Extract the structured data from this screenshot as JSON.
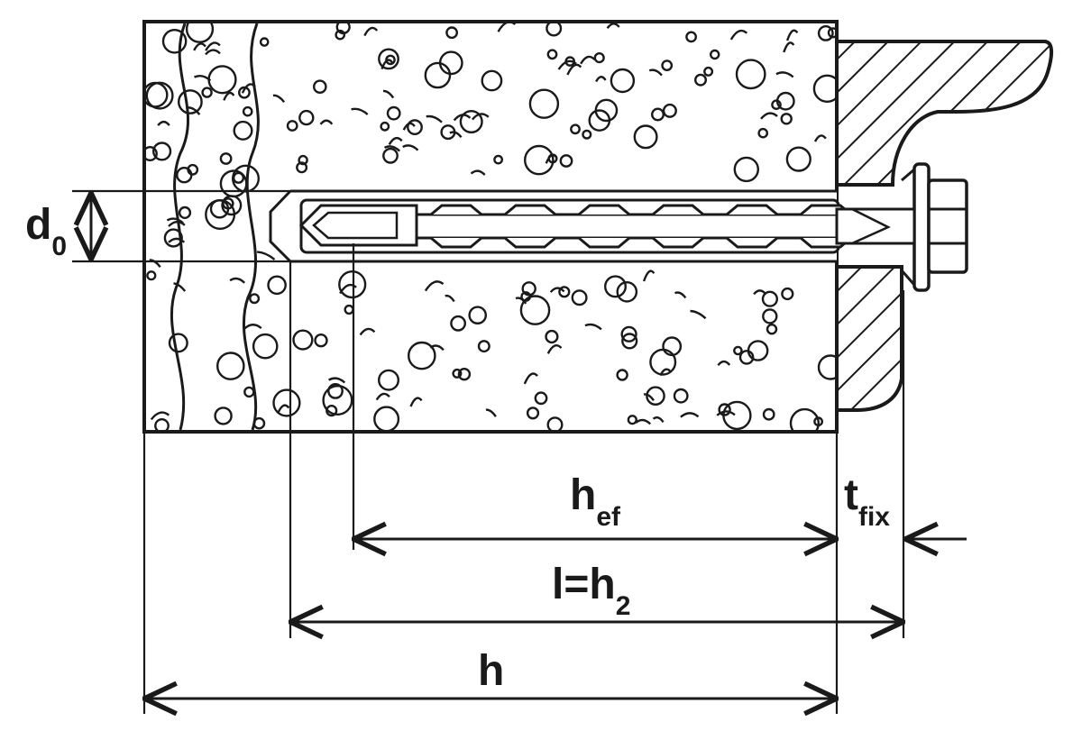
{
  "labels": {
    "d0": {
      "main": "d",
      "sub": "0"
    },
    "hef": {
      "main": "h",
      "sub": "ef"
    },
    "tfix": {
      "main": "t",
      "sub": "fix"
    },
    "l_h2": {
      "main": "l=h",
      "sub": "2"
    },
    "h": {
      "main": "h"
    }
  },
  "colors": {
    "line": "#1a1a1a",
    "background": "#ffffff"
  }
}
